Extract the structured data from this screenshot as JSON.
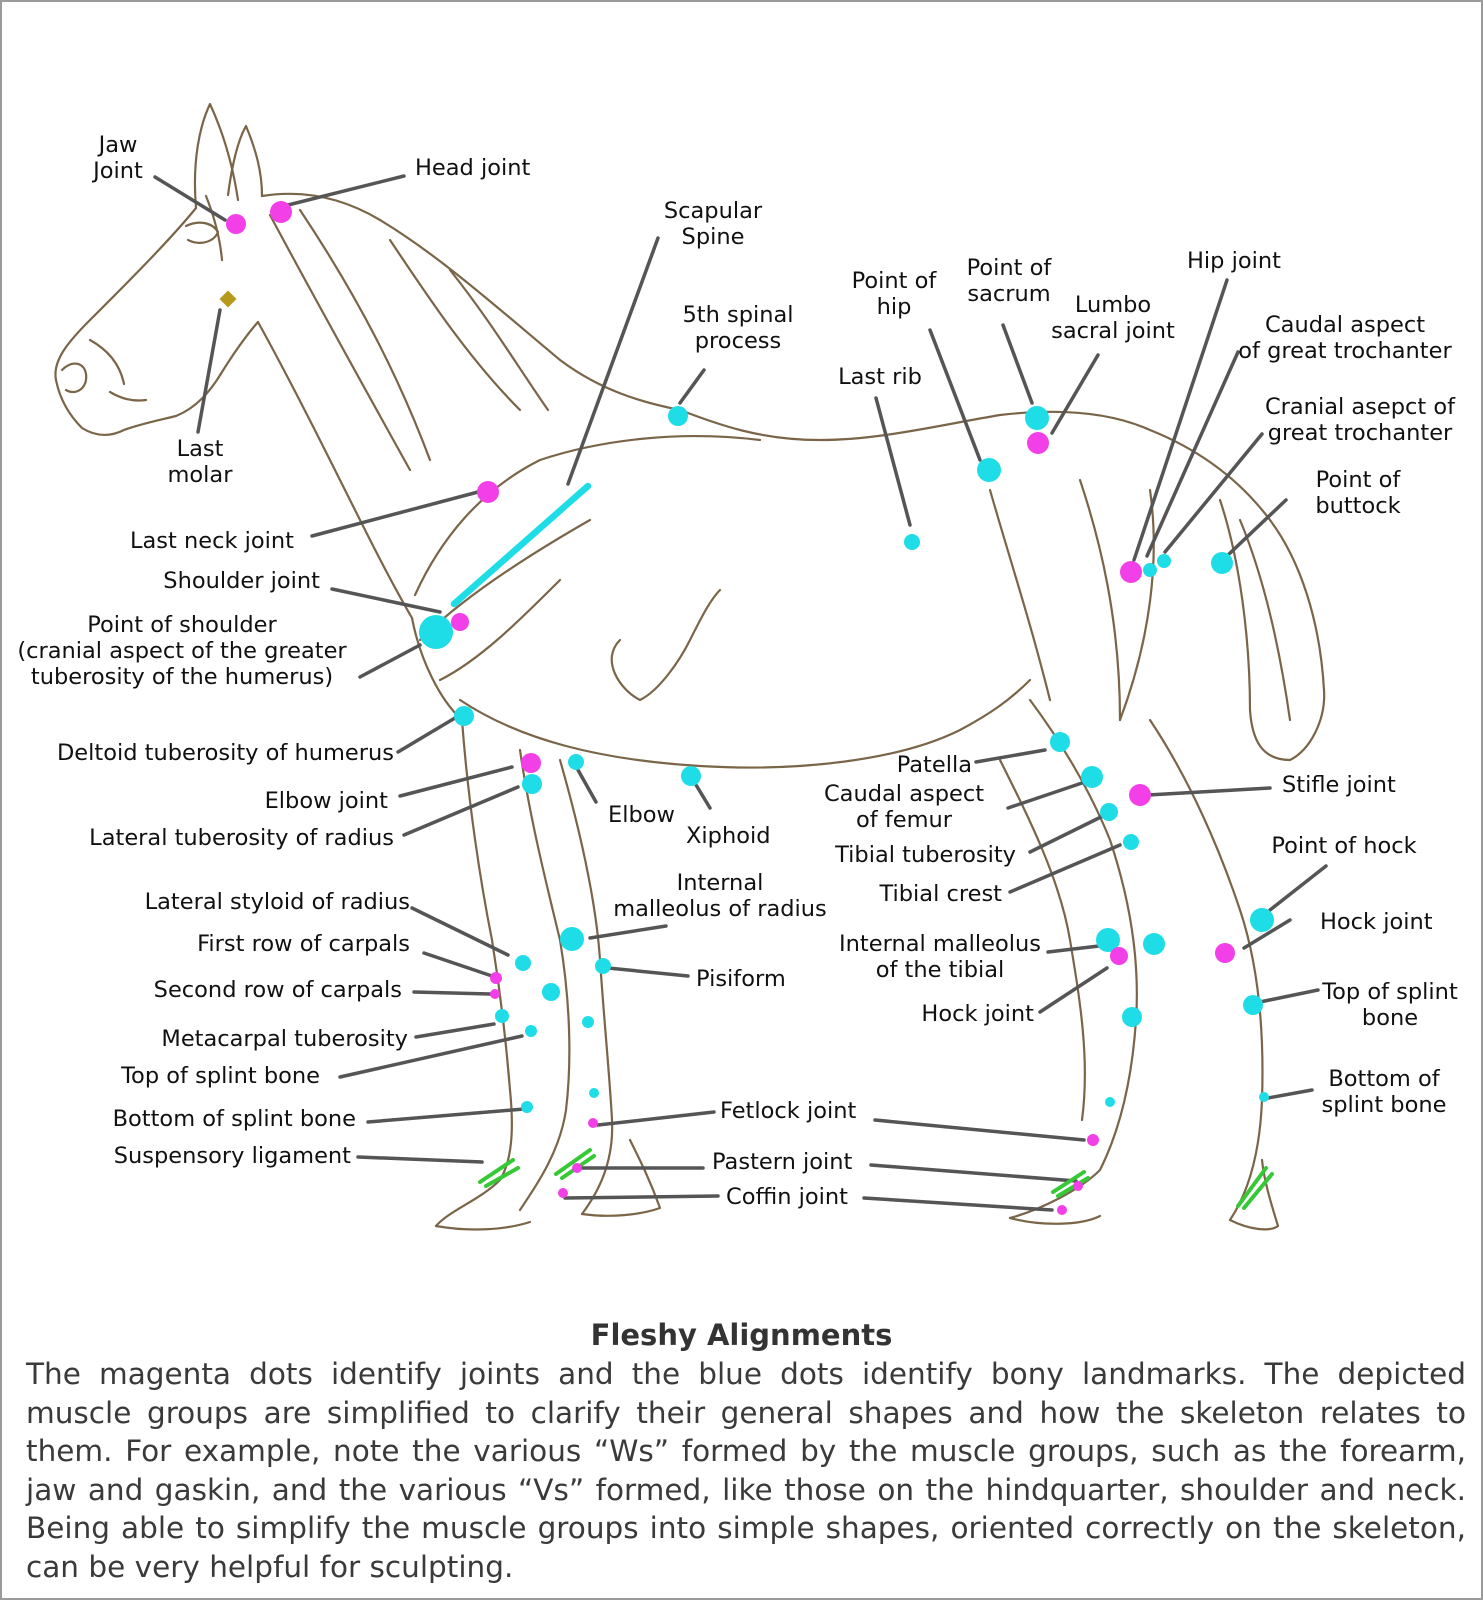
{
  "colors": {
    "joint_dot": "#f23fe8",
    "landmark_dot": "#1fdde6",
    "outline": "#7a6548",
    "leader": "#555555",
    "ligament": "#36c936",
    "molar_marker": "#b79a1b"
  },
  "labels": [
    {
      "id": "jaw-joint",
      "lines": [
        "Jaw",
        "Joint"
      ]
    },
    {
      "id": "head-joint",
      "lines": [
        "Head joint"
      ]
    },
    {
      "id": "scapular-spine",
      "lines": [
        "Scapular",
        "Spine"
      ]
    },
    {
      "id": "5th-spinal-process",
      "lines": [
        "5th spinal",
        "process"
      ]
    },
    {
      "id": "point-of-hip",
      "lines": [
        "Point of",
        "hip"
      ]
    },
    {
      "id": "point-of-sacrum",
      "lines": [
        "Point of",
        "sacrum"
      ]
    },
    {
      "id": "lumbo-sacral-joint",
      "lines": [
        "Lumbo",
        "sacral joint"
      ]
    },
    {
      "id": "hip-joint",
      "lines": [
        "Hip joint"
      ]
    },
    {
      "id": "caudal-great-trochanter",
      "lines": [
        "Caudal aspect",
        "of great trochanter"
      ]
    },
    {
      "id": "cranial-great-trochanter",
      "lines": [
        "Cranial asepct of",
        "great trochanter"
      ]
    },
    {
      "id": "point-of-buttock",
      "lines": [
        "Point of",
        "buttock"
      ]
    },
    {
      "id": "last-rib",
      "lines": [
        "Last rib"
      ]
    },
    {
      "id": "last-molar",
      "lines": [
        "Last",
        "molar"
      ]
    },
    {
      "id": "last-neck-joint",
      "lines": [
        "Last neck joint"
      ]
    },
    {
      "id": "shoulder-joint",
      "lines": [
        "Shoulder joint"
      ]
    },
    {
      "id": "point-of-shoulder",
      "lines": [
        "Point of shoulder",
        "(cranial aspect of the greater",
        "tuberosity of the humerus)"
      ]
    },
    {
      "id": "deltoid-tuberosity",
      "lines": [
        "Deltoid tuberosity of humerus"
      ]
    },
    {
      "id": "elbow-joint",
      "lines": [
        "Elbow joint"
      ]
    },
    {
      "id": "lateral-tuberosity-radius",
      "lines": [
        "Lateral tuberosity of radius"
      ]
    },
    {
      "id": "elbow",
      "lines": [
        "Elbow"
      ]
    },
    {
      "id": "xiphoid",
      "lines": [
        "Xiphoid"
      ]
    },
    {
      "id": "patella",
      "lines": [
        "Patella"
      ]
    },
    {
      "id": "stifle-joint",
      "lines": [
        "Stifle joint"
      ]
    },
    {
      "id": "caudal-aspect-femur",
      "lines": [
        "Caudal aspect",
        "of femur"
      ]
    },
    {
      "id": "tibial-tuberosity",
      "lines": [
        "Tibial tuberosity"
      ]
    },
    {
      "id": "point-of-hock",
      "lines": [
        "Point of hock"
      ]
    },
    {
      "id": "tibial-crest",
      "lines": [
        "Tibial crest"
      ]
    },
    {
      "id": "lateral-styloid-radius",
      "lines": [
        "Lateral styloid of radius"
      ]
    },
    {
      "id": "internal-malleolus-radius",
      "lines": [
        "Internal",
        "malleolus of radius"
      ]
    },
    {
      "id": "hock-joint-hind",
      "lines": [
        "Hock joint"
      ]
    },
    {
      "id": "first-row-carpals",
      "lines": [
        "First row of carpals"
      ]
    },
    {
      "id": "internal-malleolus-tibial",
      "lines": [
        "Internal malleolus",
        "of the tibial"
      ]
    },
    {
      "id": "pisiform",
      "lines": [
        "Pisiform"
      ]
    },
    {
      "id": "second-row-carpals",
      "lines": [
        "Second row of carpals"
      ]
    },
    {
      "id": "top-splint-bone-hind",
      "lines": [
        "Top of splint",
        "bone"
      ]
    },
    {
      "id": "hock-joint-front",
      "lines": [
        "Hock joint"
      ]
    },
    {
      "id": "metacarpal-tuberosity",
      "lines": [
        "Metacarpal tuberosity"
      ]
    },
    {
      "id": "top-splint-bone-front",
      "lines": [
        "Top of splint bone"
      ]
    },
    {
      "id": "bottom-splint-bone-hind",
      "lines": [
        "Bottom of",
        "splint bone"
      ]
    },
    {
      "id": "fetlock-joint",
      "lines": [
        "Fetlock joint"
      ]
    },
    {
      "id": "bottom-splint-bone-front",
      "lines": [
        "Bottom of splint bone"
      ]
    },
    {
      "id": "suspensory-ligament",
      "lines": [
        "Suspensory ligament"
      ]
    },
    {
      "id": "pastern-joint",
      "lines": [
        "Pastern joint"
      ]
    },
    {
      "id": "coffin-joint",
      "lines": [
        "Coffin joint"
      ]
    }
  ],
  "caption": {
    "title": "Fleshy Alignments",
    "body": "The magenta dots identify joints and the blue dots identify bony landmarks. The depicted muscle groups are simplified to clarify their general shapes and how the skeleton relates to them. For example, note the various “Ws” formed by the muscle groups, such as the forearm, jaw and gaskin, and the various “Vs” formed, like those on the hindquarter, shoulder and neck. Being able to simplify the muscle groups into simple shapes, oriented correctly on the skeleton, can be very helpful for sculpting."
  }
}
